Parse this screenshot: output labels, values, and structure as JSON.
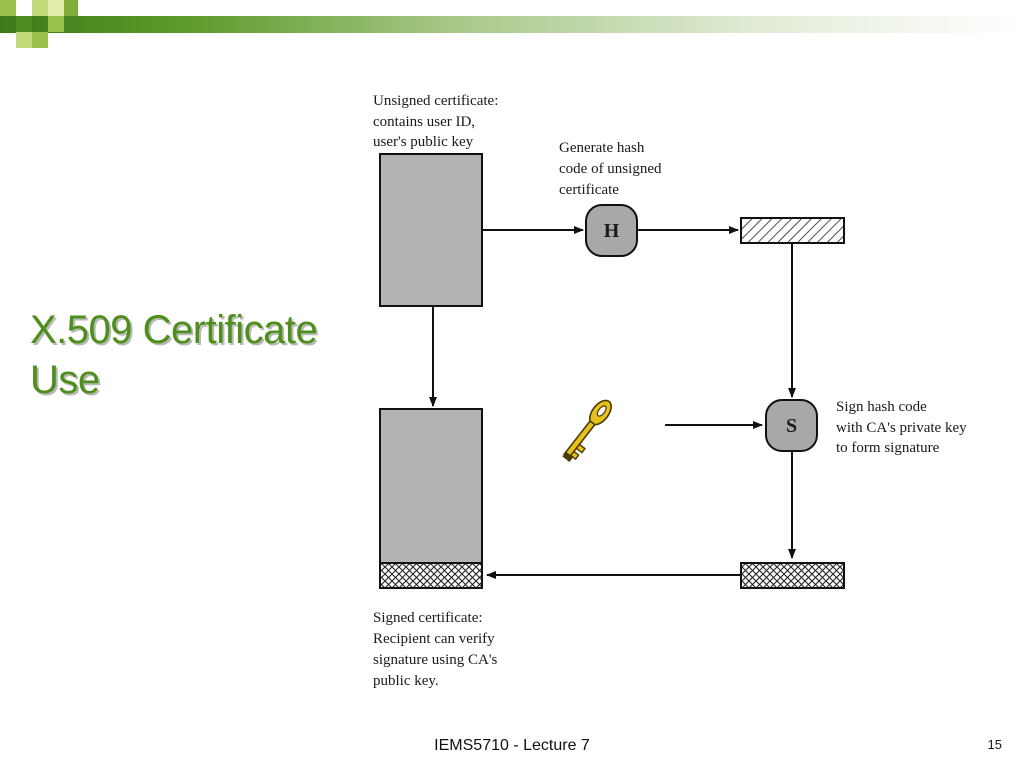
{
  "slide": {
    "title_line1": "X.509 Certificate",
    "title_line2": "Use",
    "footer": "IEMS5710 - Lecture 7",
    "page_number": "15"
  },
  "diagram": {
    "unsigned_label": [
      "Unsigned certificate:",
      "contains user ID,",
      "user's public key"
    ],
    "hash_label": [
      "Generate hash",
      "code of unsigned",
      "certificate"
    ],
    "hash_node": "H",
    "sign_node": "S",
    "sign_label": [
      "Sign hash code",
      "with CA's private key",
      "to form signature"
    ],
    "signed_label": [
      "Signed certificate:",
      "Recipient can verify",
      "signature using CA's",
      "public key."
    ]
  },
  "colors": {
    "title": "#4e8f1b",
    "certificate_fill": "#b3b3b3",
    "node_fill": "#a8a8a8",
    "key_fill": "#e8c21a",
    "band_dark": "#4e8a22",
    "band_light": "#9bc24e"
  },
  "icons": {
    "key": "key-icon"
  }
}
